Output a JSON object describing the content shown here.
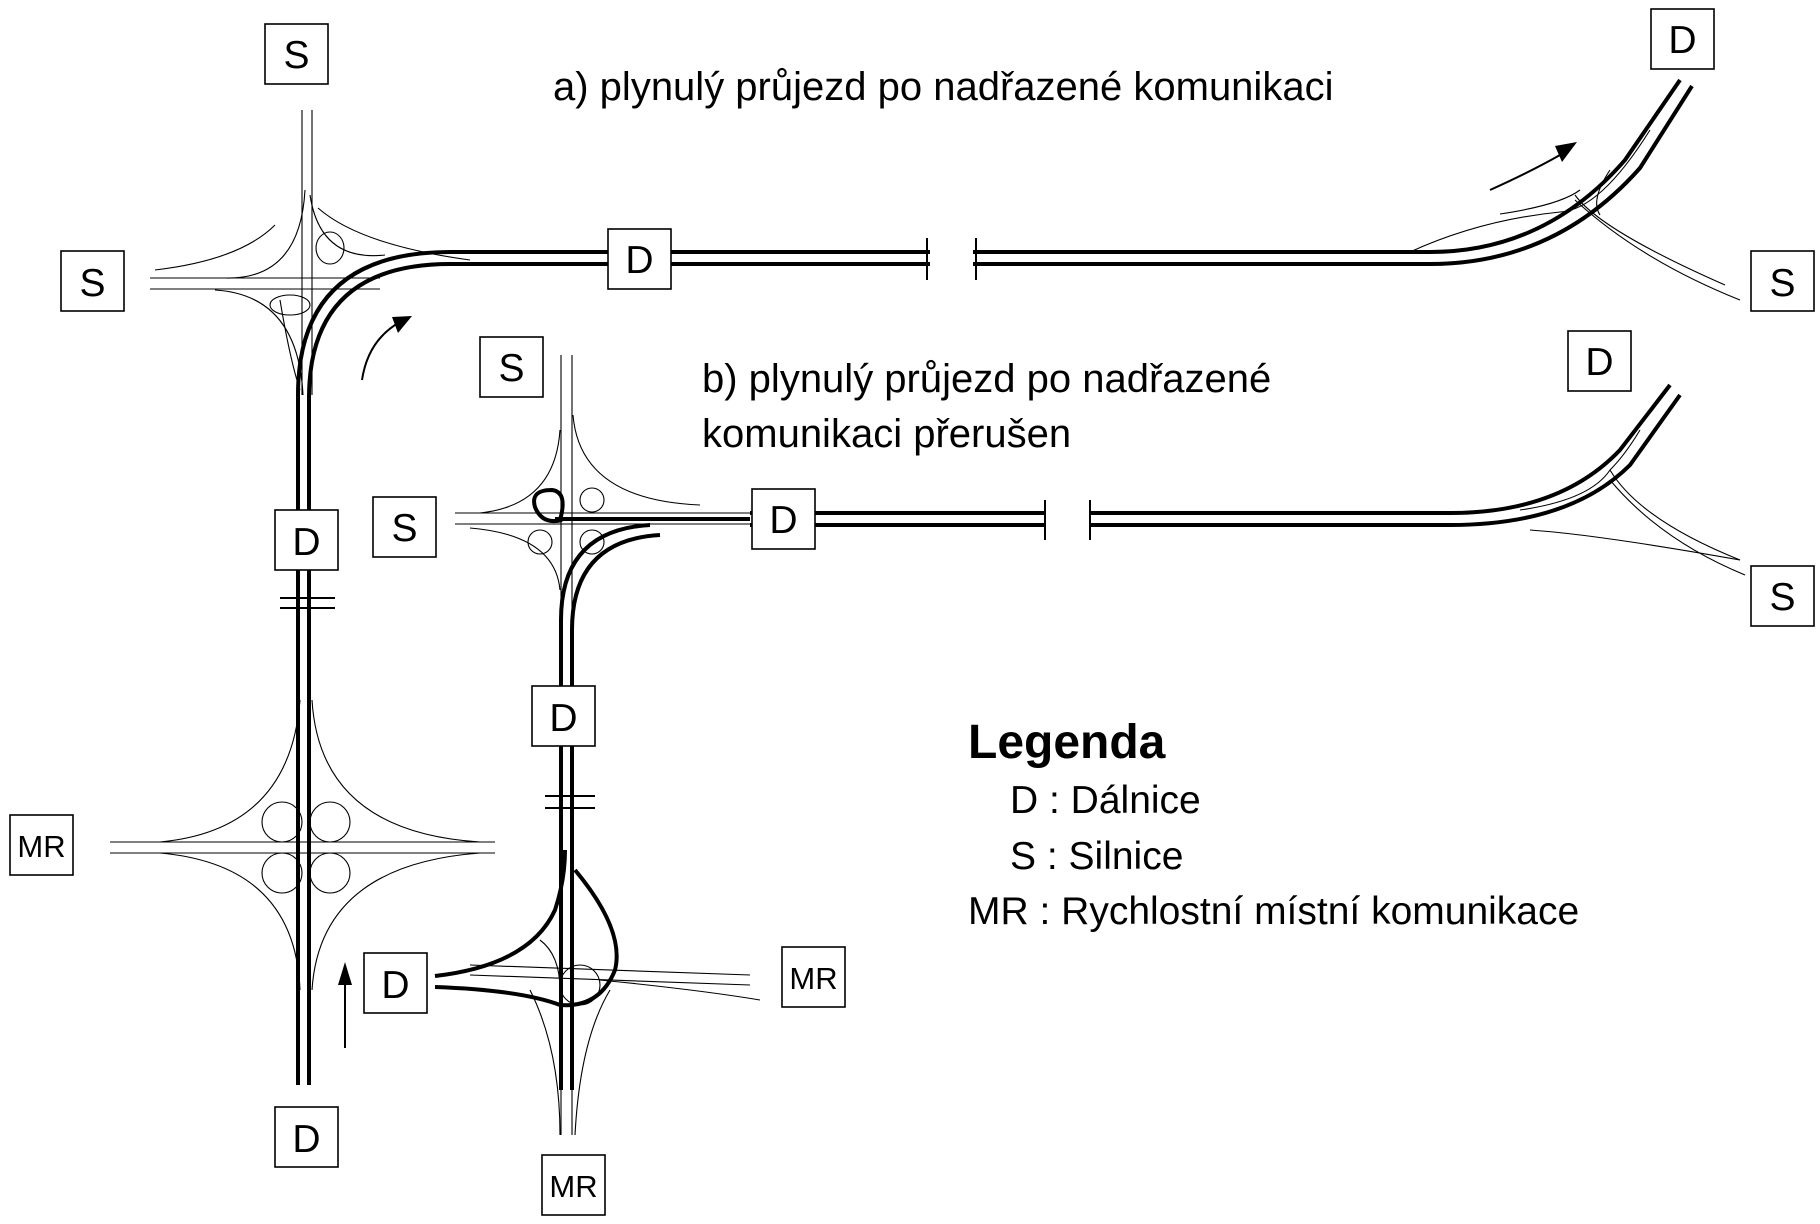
{
  "diagram": {
    "title_a": "a) plynulý průjezd po nadřazené komunikaci",
    "title_b_line1": "b) plynulý průjezd po nadřazené",
    "title_b_line2": "komunikaci  přerušen",
    "labels": {
      "a_top": "S",
      "a_left": "S",
      "a_mid": "D",
      "a_vertical": "D",
      "a_bottom": "D",
      "a_mr": "MR",
      "a_right_top": "D",
      "a_right_bottom": "S",
      "b_top": "S",
      "b_left": "S",
      "b_mid": "D",
      "b_vertical": "D",
      "b_bottom_left": "D",
      "b_mr_right": "MR",
      "b_mr_bottom": "MR",
      "b_right_top": "D",
      "b_right_bottom": "S"
    }
  },
  "legend": {
    "title": "Legenda",
    "entries": [
      {
        "text": "D : Dálnice"
      },
      {
        "text": "S : Silnice"
      },
      {
        "text": "MR : Rychlostní místní komunikace"
      }
    ]
  }
}
